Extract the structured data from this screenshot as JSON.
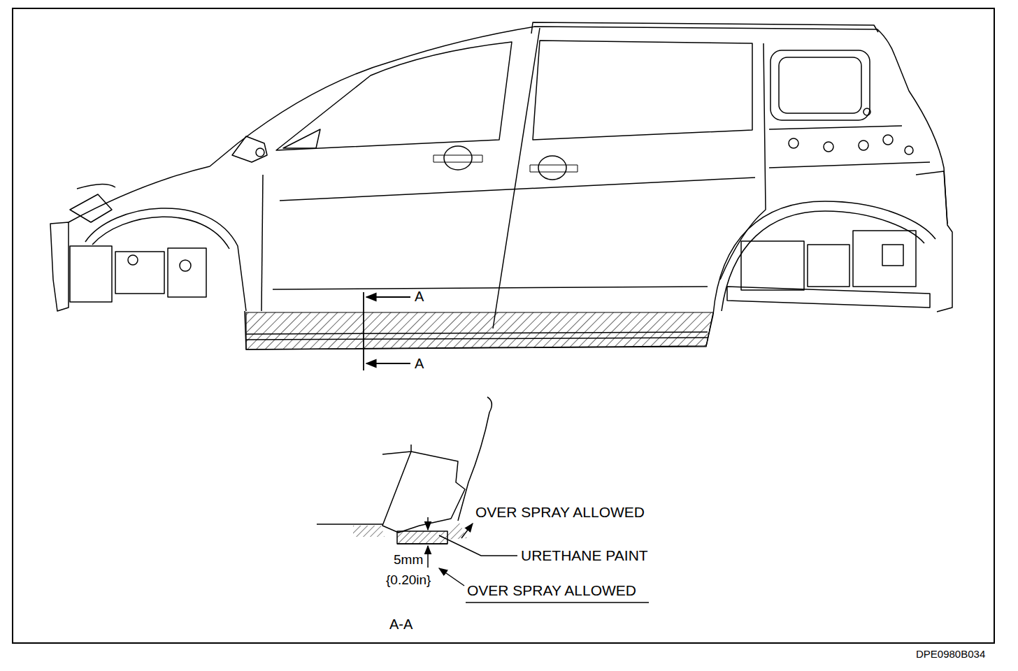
{
  "diagram": {
    "labels": [
      "A",
      "A",
      "OVER SPRAY ALLOWED",
      "URETHANE PAINT",
      "5mm",
      "{0.20in}",
      "OVER SPRAY ALLOWED",
      "A-A",
      "DPE0980B034"
    ]
  }
}
